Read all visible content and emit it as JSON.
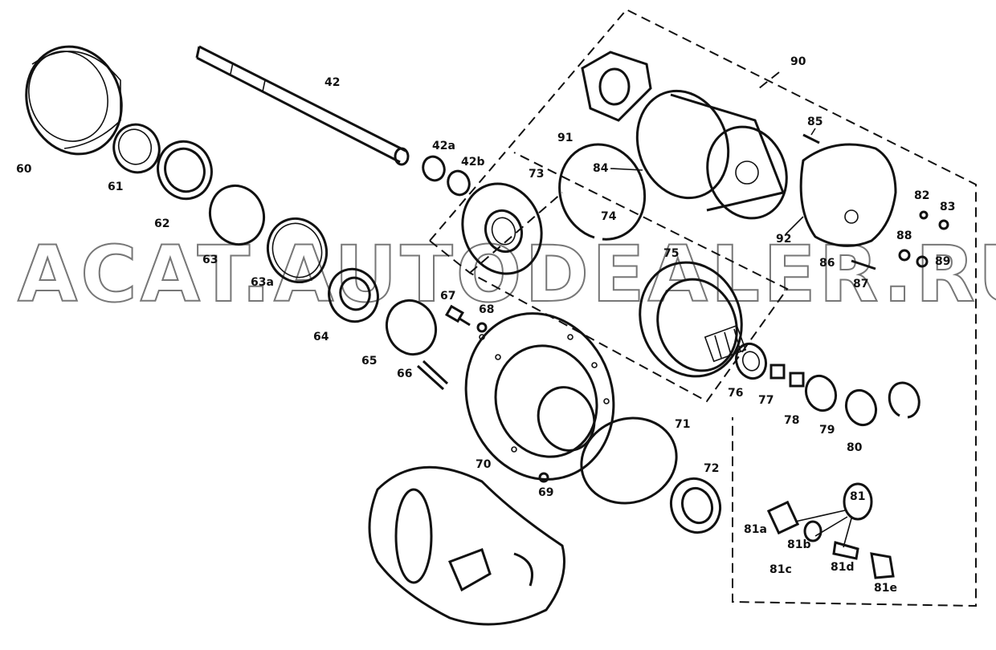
{
  "labels": {
    "l42": "42",
    "l42a": "42a",
    "l42b": "42b",
    "l60": "60",
    "l61": "61",
    "l62": "62",
    "l63": "63",
    "l63a": "63a",
    "l64": "64",
    "l65": "65",
    "l66": "66",
    "l67": "67",
    "l68": "68",
    "l69": "69",
    "l70": "70",
    "l71": "71",
    "l72": "72",
    "l73": "73",
    "l74": "74",
    "l75": "75",
    "l76": "76",
    "l77": "77",
    "l78": "78",
    "l79": "79",
    "l80": "80",
    "l81": "81",
    "l81a": "81a",
    "l81b": "81b",
    "l81c": "81c",
    "l81d": "81d",
    "l81e": "81e",
    "l82": "82",
    "l83": "83",
    "l84": "84",
    "l85": "85",
    "l86": "86",
    "l87": "87",
    "l88": "88",
    "l89": "89",
    "l90": "90",
    "l91": "91",
    "l92": "92"
  },
  "watermark": "ACAT.AUTODEALER.RU"
}
